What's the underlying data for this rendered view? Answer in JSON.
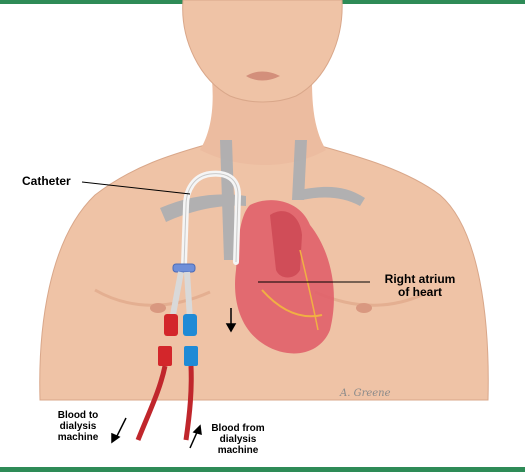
{
  "colors": {
    "frame": "#2e8b57",
    "skin": "#efc3a6",
    "skin_shadow": "#dca184",
    "heart": "#e0616a",
    "heart_dark": "#c94450",
    "vessel": "#9aa0a6",
    "catheter_red": "#d3262b",
    "catheter_blue": "#1f8ad6"
  },
  "labels": {
    "catheter": "Catheter",
    "right_atrium": [
      "Right atrium",
      "of heart"
    ],
    "blood_to_machine": [
      "Blood to",
      "dialysis",
      "machine"
    ],
    "blood_from_machine": [
      "Blood from",
      "dialysis",
      "machine"
    ]
  },
  "artist_signature": "A. Greene"
}
